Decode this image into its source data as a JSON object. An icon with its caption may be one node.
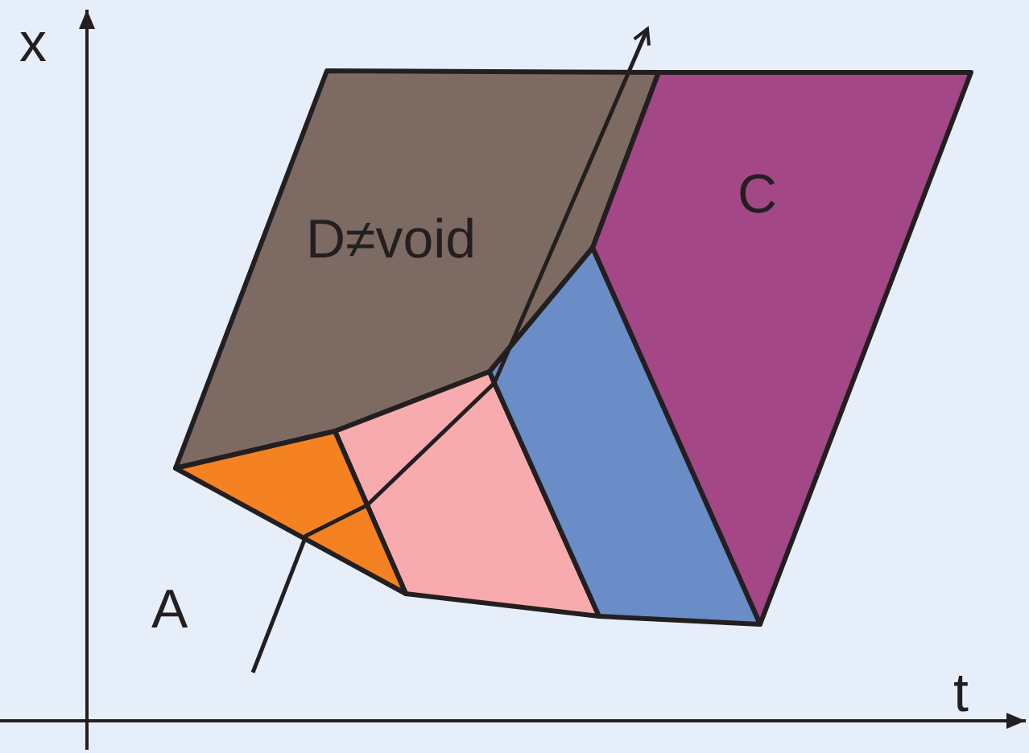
{
  "diagram": {
    "labels": [
      "x",
      "D≠void",
      "C",
      "A",
      "t"
    ]
  }
}
